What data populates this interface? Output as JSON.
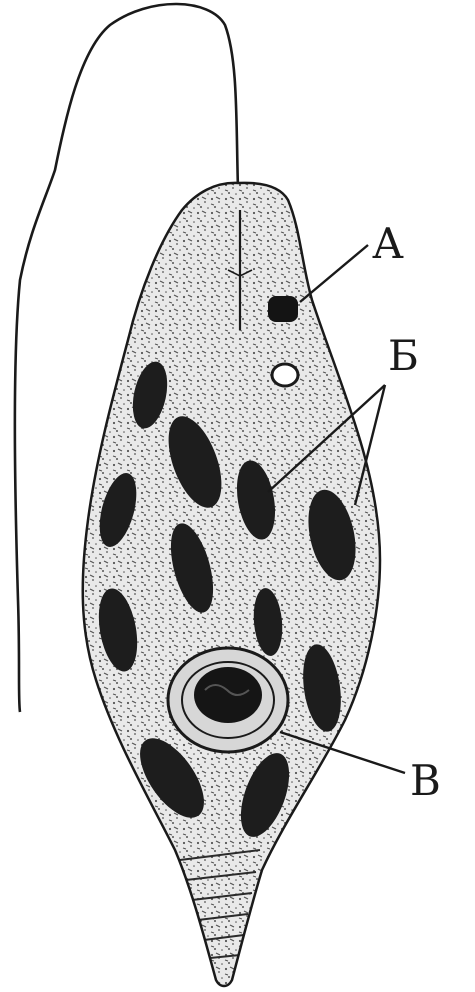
{
  "labels": {
    "a": "А",
    "b": "Б",
    "c": "В"
  },
  "colors": {
    "ink": "#1a1a1a",
    "stipple": "#3a3a3a",
    "cell_fill": "#e9e9e9",
    "background": "#ffffff"
  }
}
